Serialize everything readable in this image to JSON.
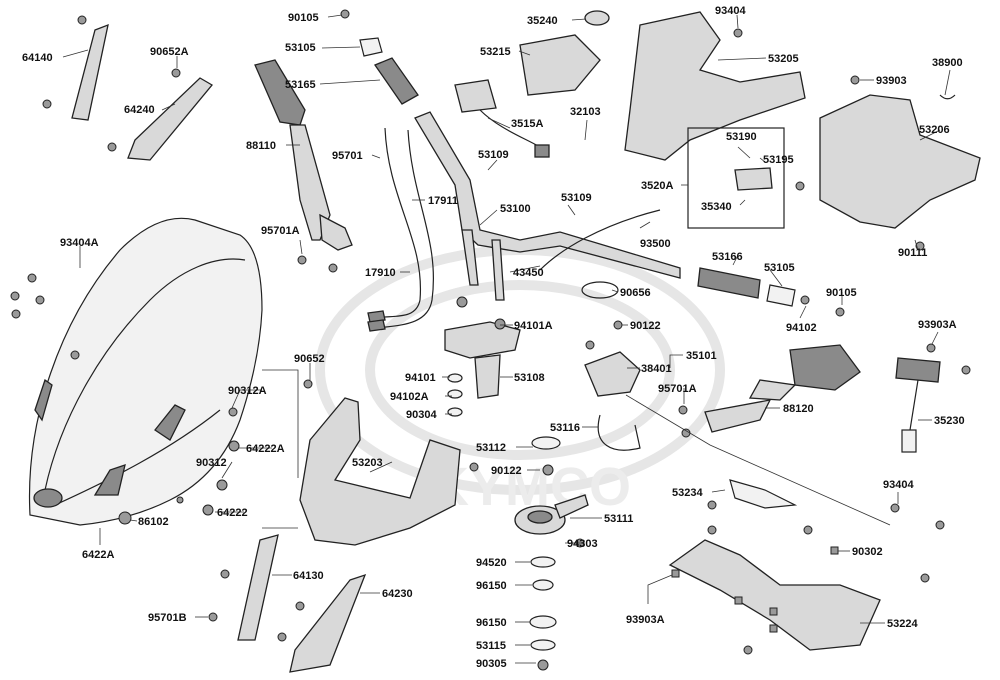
{
  "diagram": {
    "watermark": "KYMCO",
    "labels": {
      "l_90105a": "90105",
      "l_53105a": "53105",
      "l_53165": "53165",
      "l_35240": "35240",
      "l_53215": "53215",
      "l_93404a": "93404",
      "l_53205": "53205",
      "l_64140": "64140",
      "l_90652a": "90652A",
      "l_64240": "64240",
      "l_88110": "88110",
      "l_95701": "95701",
      "l_3515a": "3515A",
      "l_32103": "32103",
      "l_93903a": "93903",
      "l_38900": "38900",
      "l_53109a": "53109",
      "l_53190": "53190",
      "l_53195": "53195",
      "l_53206": "53206",
      "l_3520a": "3520A",
      "l_17911": "17911",
      "l_53109b": "53109",
      "l_53100": "53100",
      "l_95701a": "95701A",
      "l_35340": "35340",
      "l_93500": "93500",
      "l_93404a2": "93404A",
      "l_53166": "53166",
      "l_53105b": "53105",
      "l_90111": "90111",
      "l_17910": "17910",
      "l_43450": "43450",
      "l_90105b": "90105",
      "l_90656": "90656",
      "l_94102a": "94102",
      "l_94101a": "94101A",
      "l_90122a": "90122",
      "l_93903a2": "93903A",
      "l_90652": "90652",
      "l_35101": "35101",
      "l_38401": "38401",
      "l_94101": "94101",
      "l_53108": "53108",
      "l_90312a": "90312A",
      "l_95701a2": "95701A",
      "l_88120": "88120",
      "l_94102a2": "94102A",
      "l_35230": "35230",
      "l_90304": "90304",
      "l_64222a": "64222A",
      "l_53116": "53116",
      "l_53112": "53112",
      "l_90312": "90312",
      "l_53203": "53203",
      "l_90122b": "90122",
      "l_53234": "53234",
      "l_93404b": "93404",
      "l_64222": "64222",
      "l_86102": "86102",
      "l_53111": "53111",
      "l_6422a": "6422A",
      "l_94303": "94303",
      "l_90302": "90302",
      "l_94520": "94520",
      "l_64130": "64130",
      "l_96150a": "96150",
      "l_64230": "64230",
      "l_95701b": "95701B",
      "l_93903a3": "93903A",
      "l_96150b": "96150",
      "l_53224": "53224",
      "l_53115": "53115",
      "l_90305": "90305"
    }
  }
}
